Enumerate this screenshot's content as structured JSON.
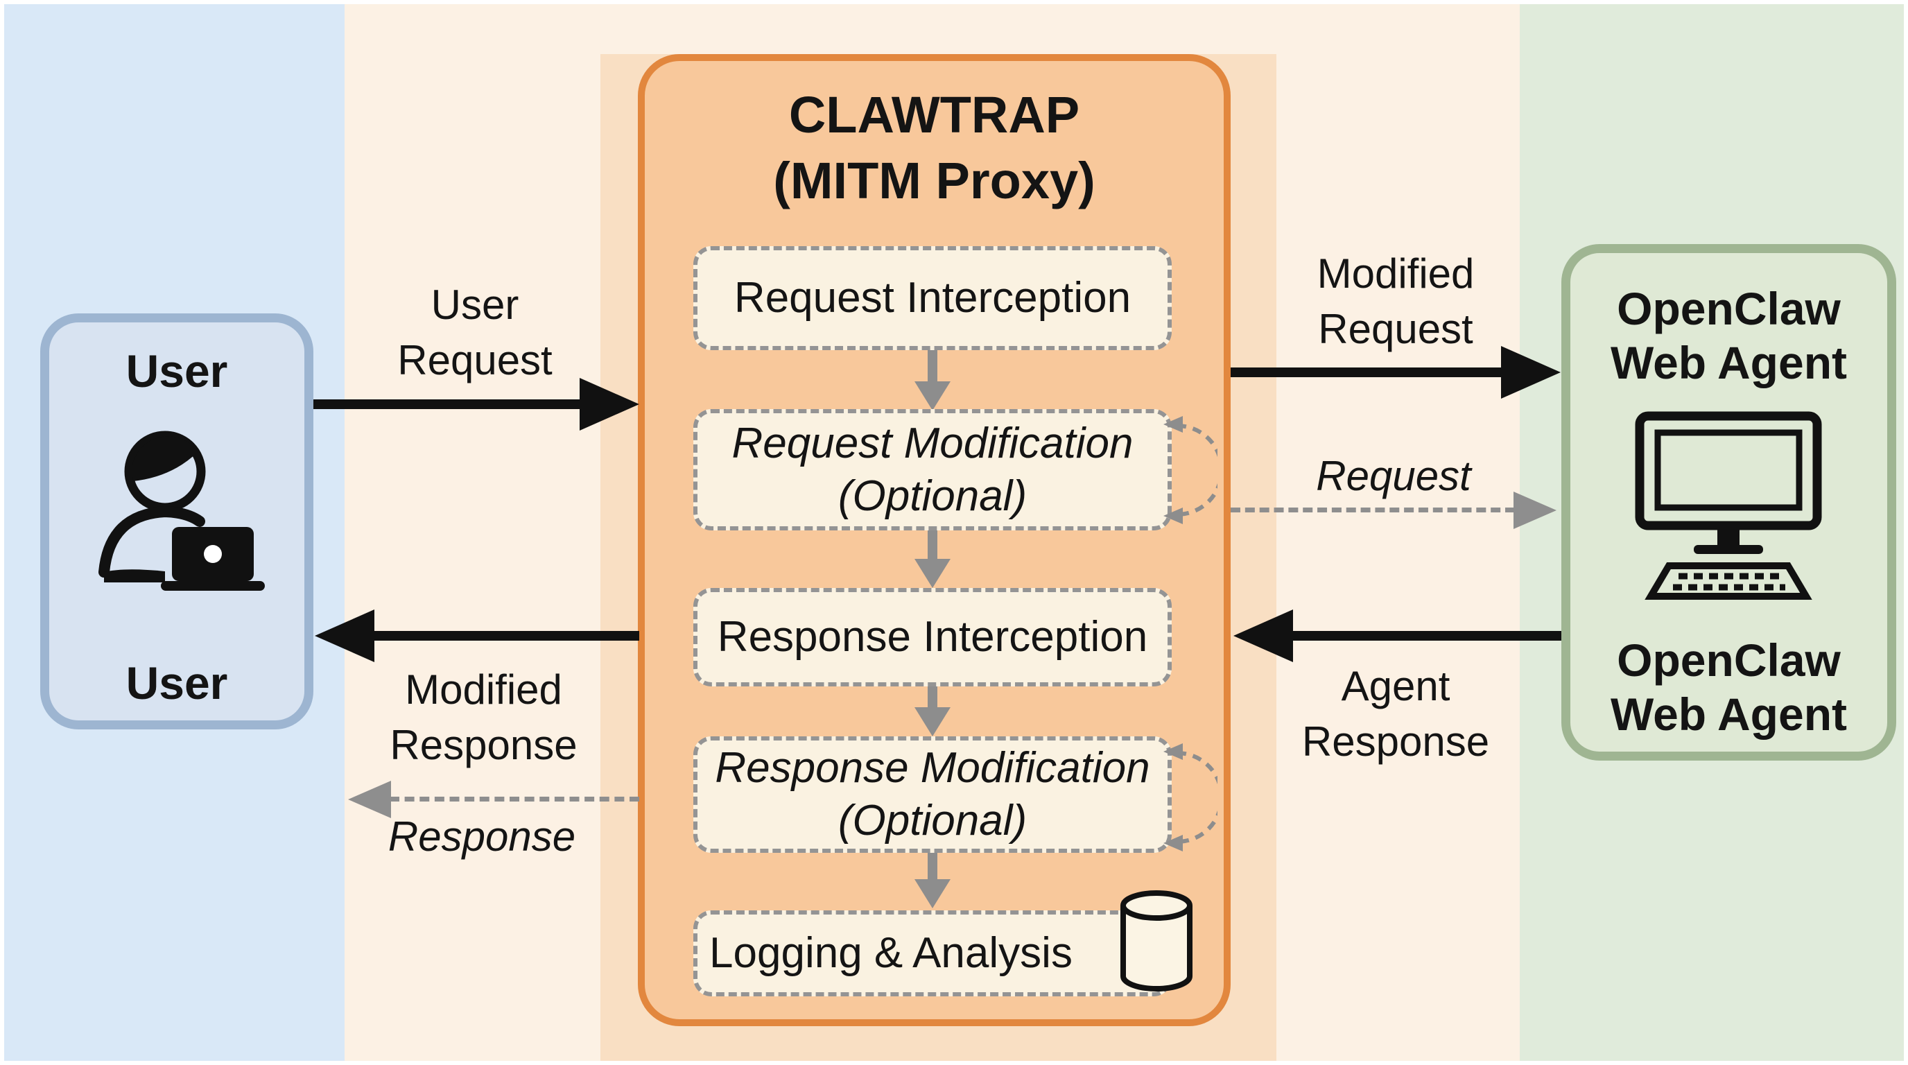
{
  "user_panel": {
    "title_top": "User",
    "title_bottom": "User"
  },
  "proxy_panel": {
    "title_line1": "CLAWTRAP",
    "title_line2": "(MITM Proxy)",
    "steps": [
      {
        "label": "Request Interception"
      },
      {
        "label": "Request Modification",
        "sublabel": "(Optional)"
      },
      {
        "label": "Response Interception"
      },
      {
        "label": "Response Modification",
        "sublabel": "(Optional)"
      },
      {
        "label": "Logging & Analysis"
      }
    ]
  },
  "agent_panel": {
    "title_top_line1": "OpenClaw",
    "title_top_line2": "Web Agent",
    "title_bottom_line1": "OpenClaw",
    "title_bottom_line2": "Web Agent"
  },
  "flows": {
    "user_request": {
      "line1": "User",
      "line2": "Request"
    },
    "modified_request": {
      "line1": "Modified",
      "line2": "Request"
    },
    "request_dashed": {
      "label": "Request"
    },
    "agent_response": {
      "line1": "Agent",
      "line2": "Response"
    },
    "modified_response": {
      "line1": "Modified",
      "line2": "Response"
    },
    "response_dashed": {
      "label": "Response"
    }
  },
  "icons": {
    "user": "user-with-laptop-icon",
    "agent": "desktop-computer-icon",
    "logging": "database-cylinder-icon"
  },
  "colors": {
    "stripe_blue": "#d9e8f7",
    "stripe_cream": "#fcf1e4",
    "stripe_orange": "#f9dfc3",
    "stripe_green": "#e0ebdb",
    "proxy_fill": "#f8c89b",
    "proxy_border": "#e2873e",
    "step_fill": "#faf2e1",
    "step_border": "#949494",
    "user_fill": "#d8e3f1",
    "user_border": "#9db5d1",
    "agent_fill": "#dfe9d5",
    "agent_border": "#9fb592",
    "arrow_black": "#111111",
    "arrow_gray": "#8d8d8d"
  }
}
